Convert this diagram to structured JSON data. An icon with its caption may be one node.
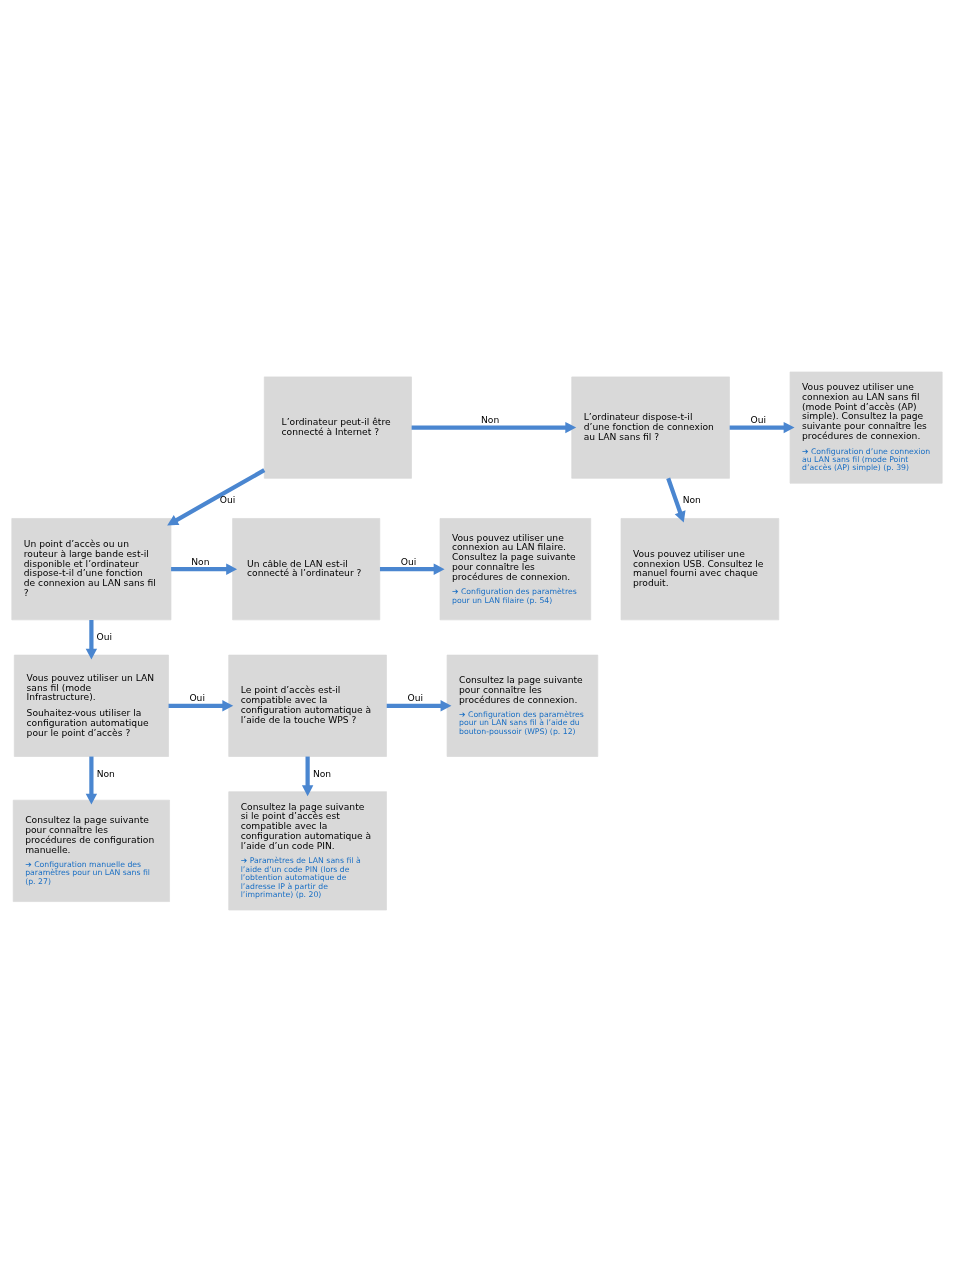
{
  "diagram": {
    "nodes": [
      {
        "text": [
          "L’ordinateur peut-il être connecté à Internet ?"
        ]
      },
      {
        "text": [
          "L’ordinateur dispose-t-il d’une fonction de connexion au LAN sans fil ?"
        ]
      },
      {
        "text": [
          "Vous pouvez utiliser une connexion au LAN sans fil (mode Point d’accès (AP) simple). Consultez la page suivante pour connaître les procédures de connexion.",
          "➔ Configuration d’une connexion au LAN sans fil (mode Point d’accès (AP) simple) (p. 39)"
        ]
      },
      {
        "text": [
          "Vous pouvez utiliser une connexion USB. Consultez le manuel fourni avec chaque produit."
        ]
      },
      {
        "text": [
          "Un point d’accès ou un routeur à large bande est-il disponible et l’ordinateur dispose-t-il d’une fonction de connexion au LAN sans fil ?"
        ]
      },
      {
        "text": [
          "Un câble de LAN est-il connecté à l’ordinateur ?"
        ]
      },
      {
        "text": [
          "Vous pouvez utiliser une connexion au LAN filaire. Consultez la page suivante pour connaître les procédures de connexion.",
          "➔ Configuration des paramètres pour un LAN filaire (p. 54)"
        ]
      },
      {
        "text": [
          "Vous pouvez utiliser un LAN sans fil (mode Infrastructure).",
          "Souhaitez-vous utiliser la configuration automatique pour le point d’accès ?"
        ]
      },
      {
        "text": [
          "Le point d’accès est-il compatible avec la configuration automatique à l’aide de la touche WPS ?"
        ]
      },
      {
        "text": [
          "Consultez la page suivante pour connaître les procédures de connexion.",
          "➔ Configuration des paramètres pour un LAN sans fil à l’aide du bouton-poussoir (WPS) (p. 12)"
        ]
      },
      {
        "text": [
          "Consultez la page suivante pour connaître les procédures de configuration manuelle.",
          "➔ Configuration manuelle des paramètres pour un LAN sans fil (p. 27)"
        ]
      },
      {
        "text": [
          "Consultez la page suivante si le point d’accès est compatible avec la configuration automatique à l’aide d’un code PIN.",
          "➔ Paramètres de LAN sans fil à l’aide d’un code PIN (lors de l’obtention automatique de l’adresse IP à partir de l’imprimante) (p. 20)"
        ]
      }
    ],
    "edges": [
      {
        "from": 0,
        "to": 1,
        "arrow": "to",
        "label": "Non"
      },
      {
        "from": 1,
        "to": 2,
        "arrow": "to",
        "label": "Oui"
      },
      {
        "from": 1,
        "to": 3,
        "arrow": "to",
        "label": "Non"
      },
      {
        "from": 0,
        "to": 4,
        "arrow": "to",
        "label": "Oui"
      },
      {
        "from": 4,
        "to": 5,
        "arrow": "to",
        "label": "Non"
      },
      {
        "from": 5,
        "to": 6,
        "arrow": "to",
        "label": "Oui"
      },
      {
        "from": 4,
        "to": 7,
        "arrow": "to",
        "label": "Oui"
      },
      {
        "from": 7,
        "to": 8,
        "arrow": "to",
        "label": "Oui"
      },
      {
        "from": 8,
        "to": 9,
        "arrow": "to",
        "label": "Oui"
      },
      {
        "from": 7,
        "to": 10,
        "arrow": "to",
        "label": "Non"
      },
      {
        "from": 8,
        "to": 11,
        "arrow": "to",
        "label": "Non"
      }
    ]
  }
}
